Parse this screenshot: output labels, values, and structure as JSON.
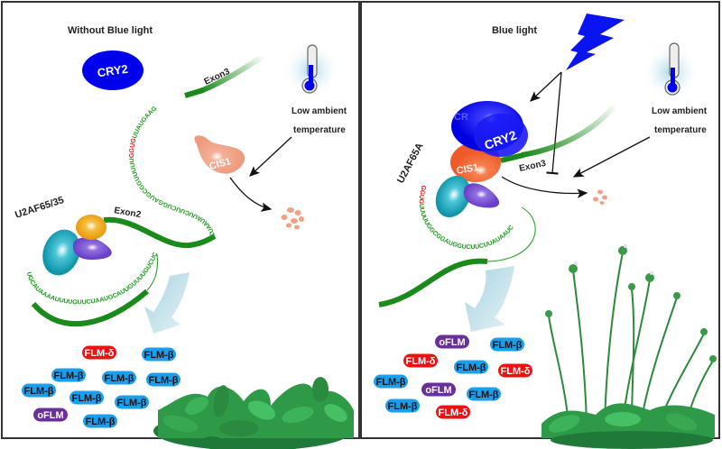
{
  "left_panel": {
    "title": "Without Blue light",
    "cry2": "CRY2",
    "cis1": "CIS1",
    "exon3": "Exon3",
    "exon2": "Exon2",
    "u2af": "U2AF65/35",
    "temp_line1": "Low ambient",
    "temp_line2": "temperature",
    "rna_upper_a": "CUAAUAUUCUUCUGGAUGCGGUUUUU",
    "rna_upper_red": "GGUG",
    "rna_upper_b": "UUAUGAAG",
    "rna_lower": "UGCAUAAAAUUUUGUUCUAAUGCAUUGUUUUGUCUCAG",
    "isoforms": [
      {
        "label": "FLM-δ",
        "type": "delta"
      },
      {
        "label": "FLM-β",
        "type": "beta"
      },
      {
        "label": "FLM-β",
        "type": "beta"
      },
      {
        "label": "FLM-β",
        "type": "beta"
      },
      {
        "label": "FLM-β",
        "type": "beta"
      },
      {
        "label": "FLM-β",
        "type": "beta"
      },
      {
        "label": "FLM-β",
        "type": "beta"
      },
      {
        "label": "FLM-β",
        "type": "beta"
      },
      {
        "label": "oFLM",
        "type": "other"
      },
      {
        "label": "FLM-β",
        "type": "beta"
      }
    ]
  },
  "right_panel": {
    "title": "Blue light",
    "cry2": "CRY2",
    "cry2_back": "CR",
    "cis1": "CIS1",
    "exon3": "Exon3",
    "u2af": "U2AF65A",
    "temp_line1": "Low ambient",
    "temp_line2": "temperature",
    "rna_red": "GGUG",
    "rna_a": "UUUUUGGCGGAUGGUCUUCUUAUAAUC",
    "isoforms": [
      {
        "label": "oFLM",
        "type": "other"
      },
      {
        "label": "FLM-β",
        "type": "beta"
      },
      {
        "label": "FLM-δ",
        "type": "delta"
      },
      {
        "label": "FLM-β",
        "type": "beta"
      },
      {
        "label": "FLM-δ",
        "type": "delta"
      },
      {
        "label": "FLM-β",
        "type": "beta"
      },
      {
        "label": "oFLM",
        "type": "other"
      },
      {
        "label": "FLM-β",
        "type": "beta"
      },
      {
        "label": "FLM-β",
        "type": "beta"
      },
      {
        "label": "FLM-δ",
        "type": "delta"
      }
    ]
  },
  "colors": {
    "cry2": "#0000ee",
    "cis1_inactive": "#f0a084",
    "cis1_active": "#f06030",
    "exon": "#1a8a1a",
    "flm_beta": "#1a9fef",
    "flm_delta": "#ee1111",
    "oflm": "#6a2f9a",
    "u2af_cyan": "#1aa8c0",
    "u2af_purple": "#7a4fd0",
    "u2af35_yellow": "#f0a818"
  }
}
